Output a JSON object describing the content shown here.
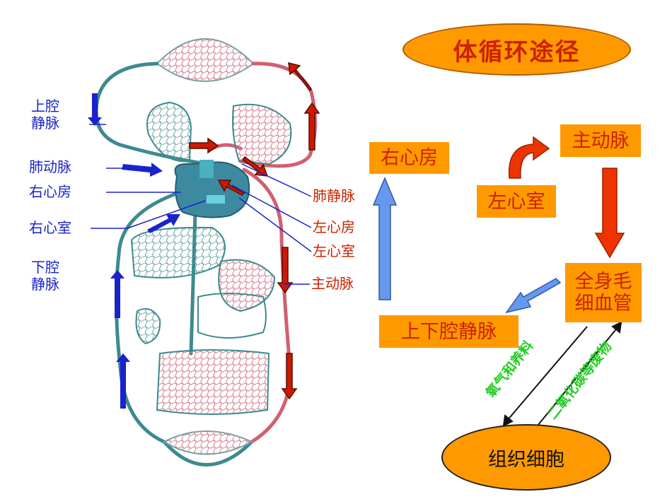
{
  "title": "体循环途径",
  "left_labels": {
    "svc_line1": "上腔",
    "svc_line2": "静脉",
    "pulmonary_artery": "肺动脉",
    "right_atrium": "右心房",
    "right_ventricle": "右心室",
    "ivc_line1": "下腔",
    "ivc_line2": "静脉",
    "pulmonary_vein": "肺静脉",
    "left_atrium": "左心房",
    "left_ventricle": "左心室",
    "aorta": "主动脉"
  },
  "flow": {
    "right_atrium": "右心房",
    "left_ventricle": "左心室",
    "aorta": "主动脉",
    "capillaries_line1": "全身毛",
    "capillaries_line2": "细血管",
    "vena_cava": "上下腔静脉",
    "tissue_cells": "组织细胞",
    "oxygen_nutrients": "氧气和养料",
    "co2_waste": "二氧化碳等废物"
  },
  "colors": {
    "box_fill": "#ff9900",
    "box_text": "#cc2200",
    "blue_label": "#1a22cc",
    "red_arrow": "#cc1a00",
    "blue_arrow": "#1a22cc",
    "light_blue_arrow": "#6699ee",
    "green_text": "#22cc22",
    "vessel_teal": "#3d8a90",
    "vessel_red": "#d06070"
  }
}
